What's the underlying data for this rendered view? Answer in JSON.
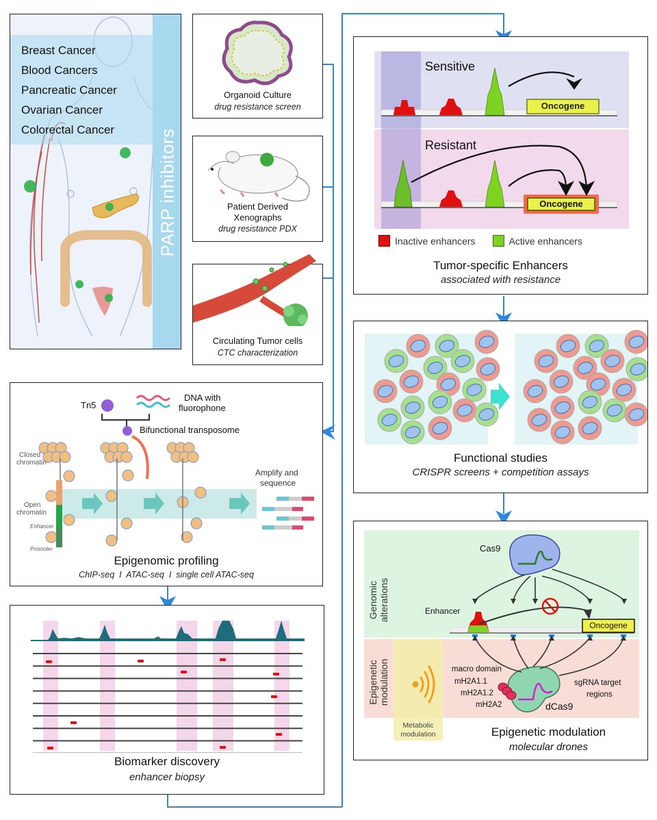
{
  "colors": {
    "connector": "#2e86de",
    "active_enhancer": "#7ed321",
    "inactive_enhancer": "#e01010",
    "oncogene_fill": "#e8f24a",
    "parp_band": "#a8d8ee",
    "marker_dot": "#2db34a"
  },
  "cancer_panel": {
    "cancers": [
      "Breast Cancer",
      "Blood Cancers",
      "Pancreatic Cancer",
      "Ovarian Cancer",
      "Colorectal Cancer"
    ],
    "vertical_label": "PARP inhibitors"
  },
  "models": [
    {
      "title": "Organoid Culture",
      "subtitle": "drug resistance screen"
    },
    {
      "title_line1": "Patient Derived",
      "title_line2": "Xenographs",
      "subtitle": "drug resistance PDX"
    },
    {
      "title": "Circulating Tumor cells",
      "subtitle": "CTC characterization"
    }
  ],
  "enhancers_panel": {
    "sensitive_label": "Sensitive",
    "resistant_label": "Resistant",
    "oncogene_label": "Oncogene",
    "legend": [
      {
        "label": "Inactive enhancers",
        "color": "#e01010"
      },
      {
        "label": "Active enhancers",
        "color": "#7ed321"
      }
    ],
    "title": "Tumor-specific Enhancers",
    "subtitle": "associated with resistance"
  },
  "functional_panel": {
    "title": "Functional studies",
    "subtitle": "CRISPR screens + competition assays"
  },
  "epigenomic_panel": {
    "tn5_label": "Tn5",
    "dna_label_line1": "DNA with",
    "dna_label_line2": "fluorophone",
    "transposome_label": "Bifunctional transposome",
    "closed_label_line1": "Closed",
    "closed_label_line2": "chromatin",
    "open_label_line1": "Open",
    "open_label_line2": "chromatin",
    "enhancer_label": "Enhancer",
    "promoter_label": "Promoter",
    "amplify_line1": "Amplify and",
    "amplify_line2": "sequence",
    "title": "Epigenomic profiling",
    "subtitle": "ChIP-seq  I  ATAC-seq  I  single cell ATAC-seq"
  },
  "biomarker_panel": {
    "title": "Biomarker discovery",
    "subtitle": "enhancer biopsy"
  },
  "modulation_panel": {
    "genomic_label_line1": "Genomic",
    "genomic_label_line2": "alterations",
    "epigenetic_label_line1": "Epigenetic",
    "epigenetic_label_line2": "modulation",
    "cas9_label": "Cas9",
    "enhancer_label": "Enhancer",
    "oncogene_label": "Oncogene",
    "macro_domain_label": "macro domain",
    "variants": [
      "mH2A1.1",
      "mH2A1.2",
      "mH2A2"
    ],
    "dcas9_label": "dCas9",
    "sgrna_line1": "sgRNA target",
    "sgrna_line2": "regions",
    "metabolic_line1": "Metabolic",
    "metabolic_line2": "modulation",
    "title": "Epigenetic modulation",
    "subtitle": "molecular drones"
  }
}
